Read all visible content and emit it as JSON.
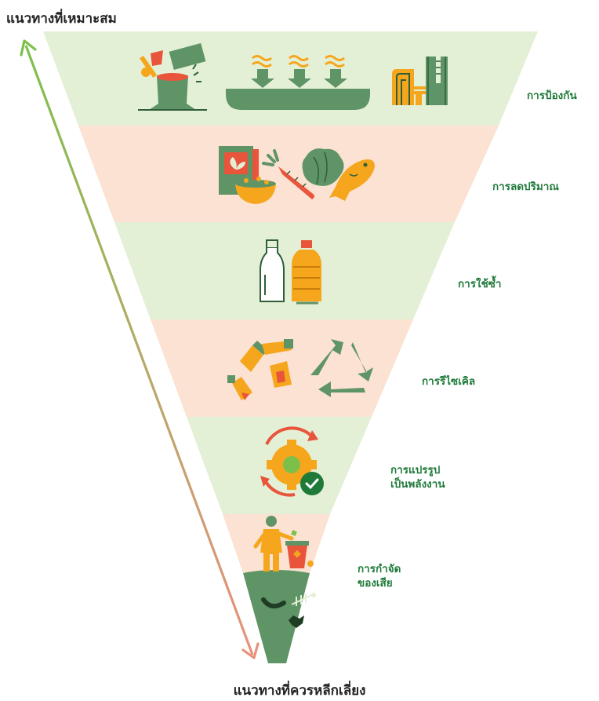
{
  "title_top": "แนวทางที่เหมาะสม",
  "title_bottom": "แนวทางที่ควรหลีกเลี่ยง",
  "colors": {
    "band_green": "#e4f0d6",
    "band_peach": "#fbe2d2",
    "dark_green": "#5f9466",
    "label_green": "#1f7a3a",
    "arrow_top": "#7cc04a",
    "arrow_bottom": "#e8907a",
    "icon_orange": "#f5a61c",
    "icon_red": "#e8553b"
  },
  "levels": [
    {
      "label_lines": [
        "การป้องกัน"
      ],
      "icons": [
        "axe-tree-stump-icon",
        "waste-reduction-arrows-icon",
        "factory-icon"
      ]
    },
    {
      "label_lines": [
        "การลดปริมาณ"
      ],
      "icons": [
        "cereal-box-bowl-icon",
        "carrot-icon",
        "cabbage-icon",
        "fish-icon"
      ]
    },
    {
      "label_lines": [
        "การใช้ซ้ำ"
      ],
      "icons": [
        "glass-bottle-icon",
        "plastic-bottle-icon"
      ]
    },
    {
      "label_lines": [
        "การรีไซเคิล"
      ],
      "icons": [
        "broken-bottles-icon",
        "recycle-icon"
      ]
    },
    {
      "label_lines": [
        "การแปรรูป",
        "เป็นพลังงาน"
      ],
      "icons": [
        "gear-cycle-check-icon"
      ]
    },
    {
      "label_lines": [
        "การกำจัด",
        "ของเสีย"
      ],
      "icons": [
        "person-bin-icon",
        "landfill-waste-icon"
      ]
    }
  ]
}
